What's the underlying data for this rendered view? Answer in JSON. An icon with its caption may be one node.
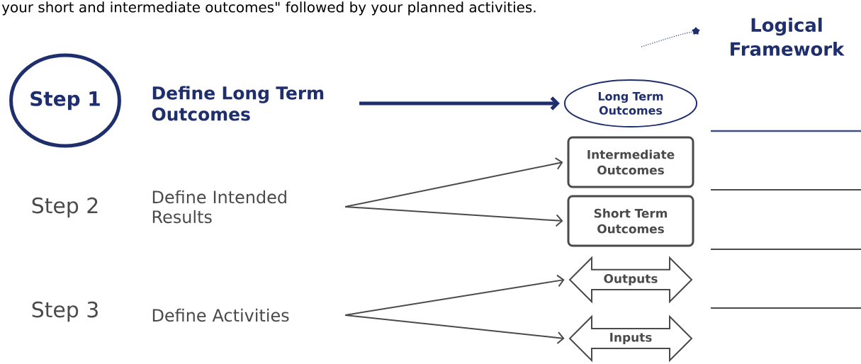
{
  "diagram": {
    "nodes": [
      {
        "text": [
          "Step 1"
        ]
      },
      {
        "text": [
          "Define Long Term Outcomes"
        ]
      },
      {
        "text": [
          "Long Term Outcomes"
        ]
      },
      {
        "text": [
          "Define Intended Results"
        ]
      },
      {
        "text": [
          "Intermediate Outcomes"
        ]
      },
      {
        "text": [
          "Short Term Outcomes"
        ]
      },
      {
        "text": [
          "Define Activities"
        ]
      },
      {
        "text": [
          "Outputs"
        ]
      },
      {
        "text": [
          "Inputs"
        ]
      }
    ],
    "edges": [
      {
        "from": 1,
        "to": 2,
        "arrow": "to",
        "style": "thick",
        "color": "#1f2f6e"
      },
      {
        "from": 3,
        "to": 4,
        "arrow": "to"
      },
      {
        "from": 3,
        "to": 5,
        "arrow": "to"
      },
      {
        "from": 6,
        "to": 7,
        "arrow": "to"
      },
      {
        "from": 6,
        "to": 8,
        "arrow": "to"
      }
    ],
    "labels": [
      "your short and intermediate outcomes\" followed by your planned activities.",
      "Step 2",
      "Step 3"
    ],
    "title": "Logical Framework"
  }
}
